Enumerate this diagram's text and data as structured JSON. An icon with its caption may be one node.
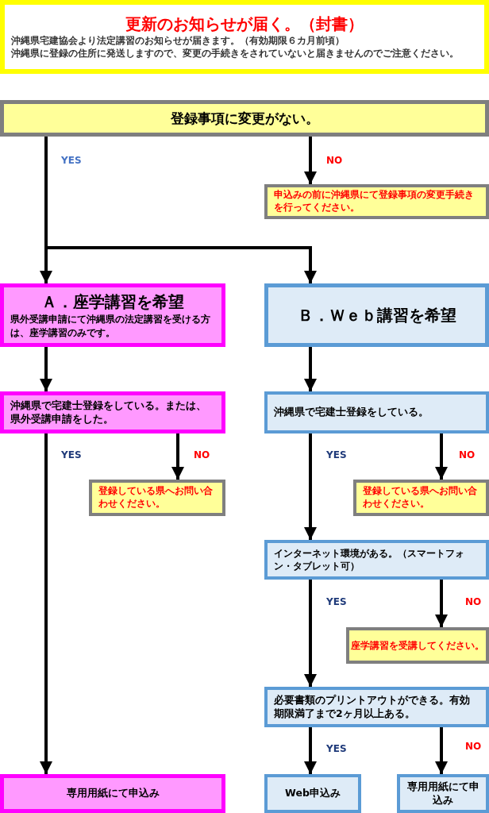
{
  "diagram": {
    "nodes": [
      {
        "text": [
          "更新のお知らせが届く。（封書）",
          "沖縄県宅建協会より法定講習のお知らせが届きます。（有効期限６カ月前頃）",
          "沖縄県に登録の住所に発送しますので、変更の手続きをされていないと届きませんのでご注意ください。"
        ]
      },
      {
        "text": [
          "登録事項に変更がない。"
        ]
      },
      {
        "text": [
          "申込みの前に沖縄県にて登録事項の変更手続きを行ってください。"
        ]
      },
      {
        "text": [
          "Ａ．座学講習を希望",
          "県外受講申請にて沖縄県の法定講習を受ける方は、座学講習のみです。"
        ]
      },
      {
        "text": [
          "Ｂ．Ｗｅｂ講習を希望"
        ]
      },
      {
        "text": [
          "沖縄県で宅建士登録をしている。または、県外受講申請をした。"
        ]
      },
      {
        "text": [
          "登録している県へお問い合わせください。"
        ]
      },
      {
        "text": [
          "沖縄県で宅建士登録をしている。"
        ]
      },
      {
        "text": [
          "登録している県へお問い合わせください。"
        ]
      },
      {
        "text": [
          "インターネット環境がある。（スマートフォン・タブレット可）"
        ]
      },
      {
        "text": [
          "座学講習を受講してください。"
        ]
      },
      {
        "text": [
          "必要書類のプリントアウトができる。有効期限満了まで2ヶ月以上ある。"
        ]
      },
      {
        "text": [
          "専用用紙にて申込み"
        ]
      },
      {
        "text": [
          "Web申込み"
        ]
      },
      {
        "text": [
          "専用用紙にて申込み"
        ]
      }
    ],
    "edges": [
      {
        "from": 1,
        "to": 3,
        "arrow": "to",
        "label": "YES"
      },
      {
        "from": 1,
        "to": 4,
        "arrow": "to"
      },
      {
        "from": 1,
        "to": 2,
        "arrow": "to",
        "label": "NO"
      },
      {
        "from": 3,
        "to": 5,
        "arrow": "to"
      },
      {
        "from": 4,
        "to": 7,
        "arrow": "to"
      },
      {
        "from": 5,
        "to": 12,
        "arrow": "to",
        "label": "YES"
      },
      {
        "from": 5,
        "to": 6,
        "arrow": "to",
        "label": "NO"
      },
      {
        "from": 7,
        "to": 9,
        "arrow": "to",
        "label": "YES"
      },
      {
        "from": 7,
        "to": 8,
        "arrow": "to",
        "label": "NO"
      },
      {
        "from": 9,
        "to": 11,
        "arrow": "to",
        "label": "YES"
      },
      {
        "from": 9,
        "to": 10,
        "arrow": "to",
        "label": "NO"
      },
      {
        "from": 11,
        "to": 13,
        "arrow": "to",
        "label": "YES"
      },
      {
        "from": 11,
        "to": 14,
        "arrow": "to",
        "label": "NO"
      }
    ]
  }
}
